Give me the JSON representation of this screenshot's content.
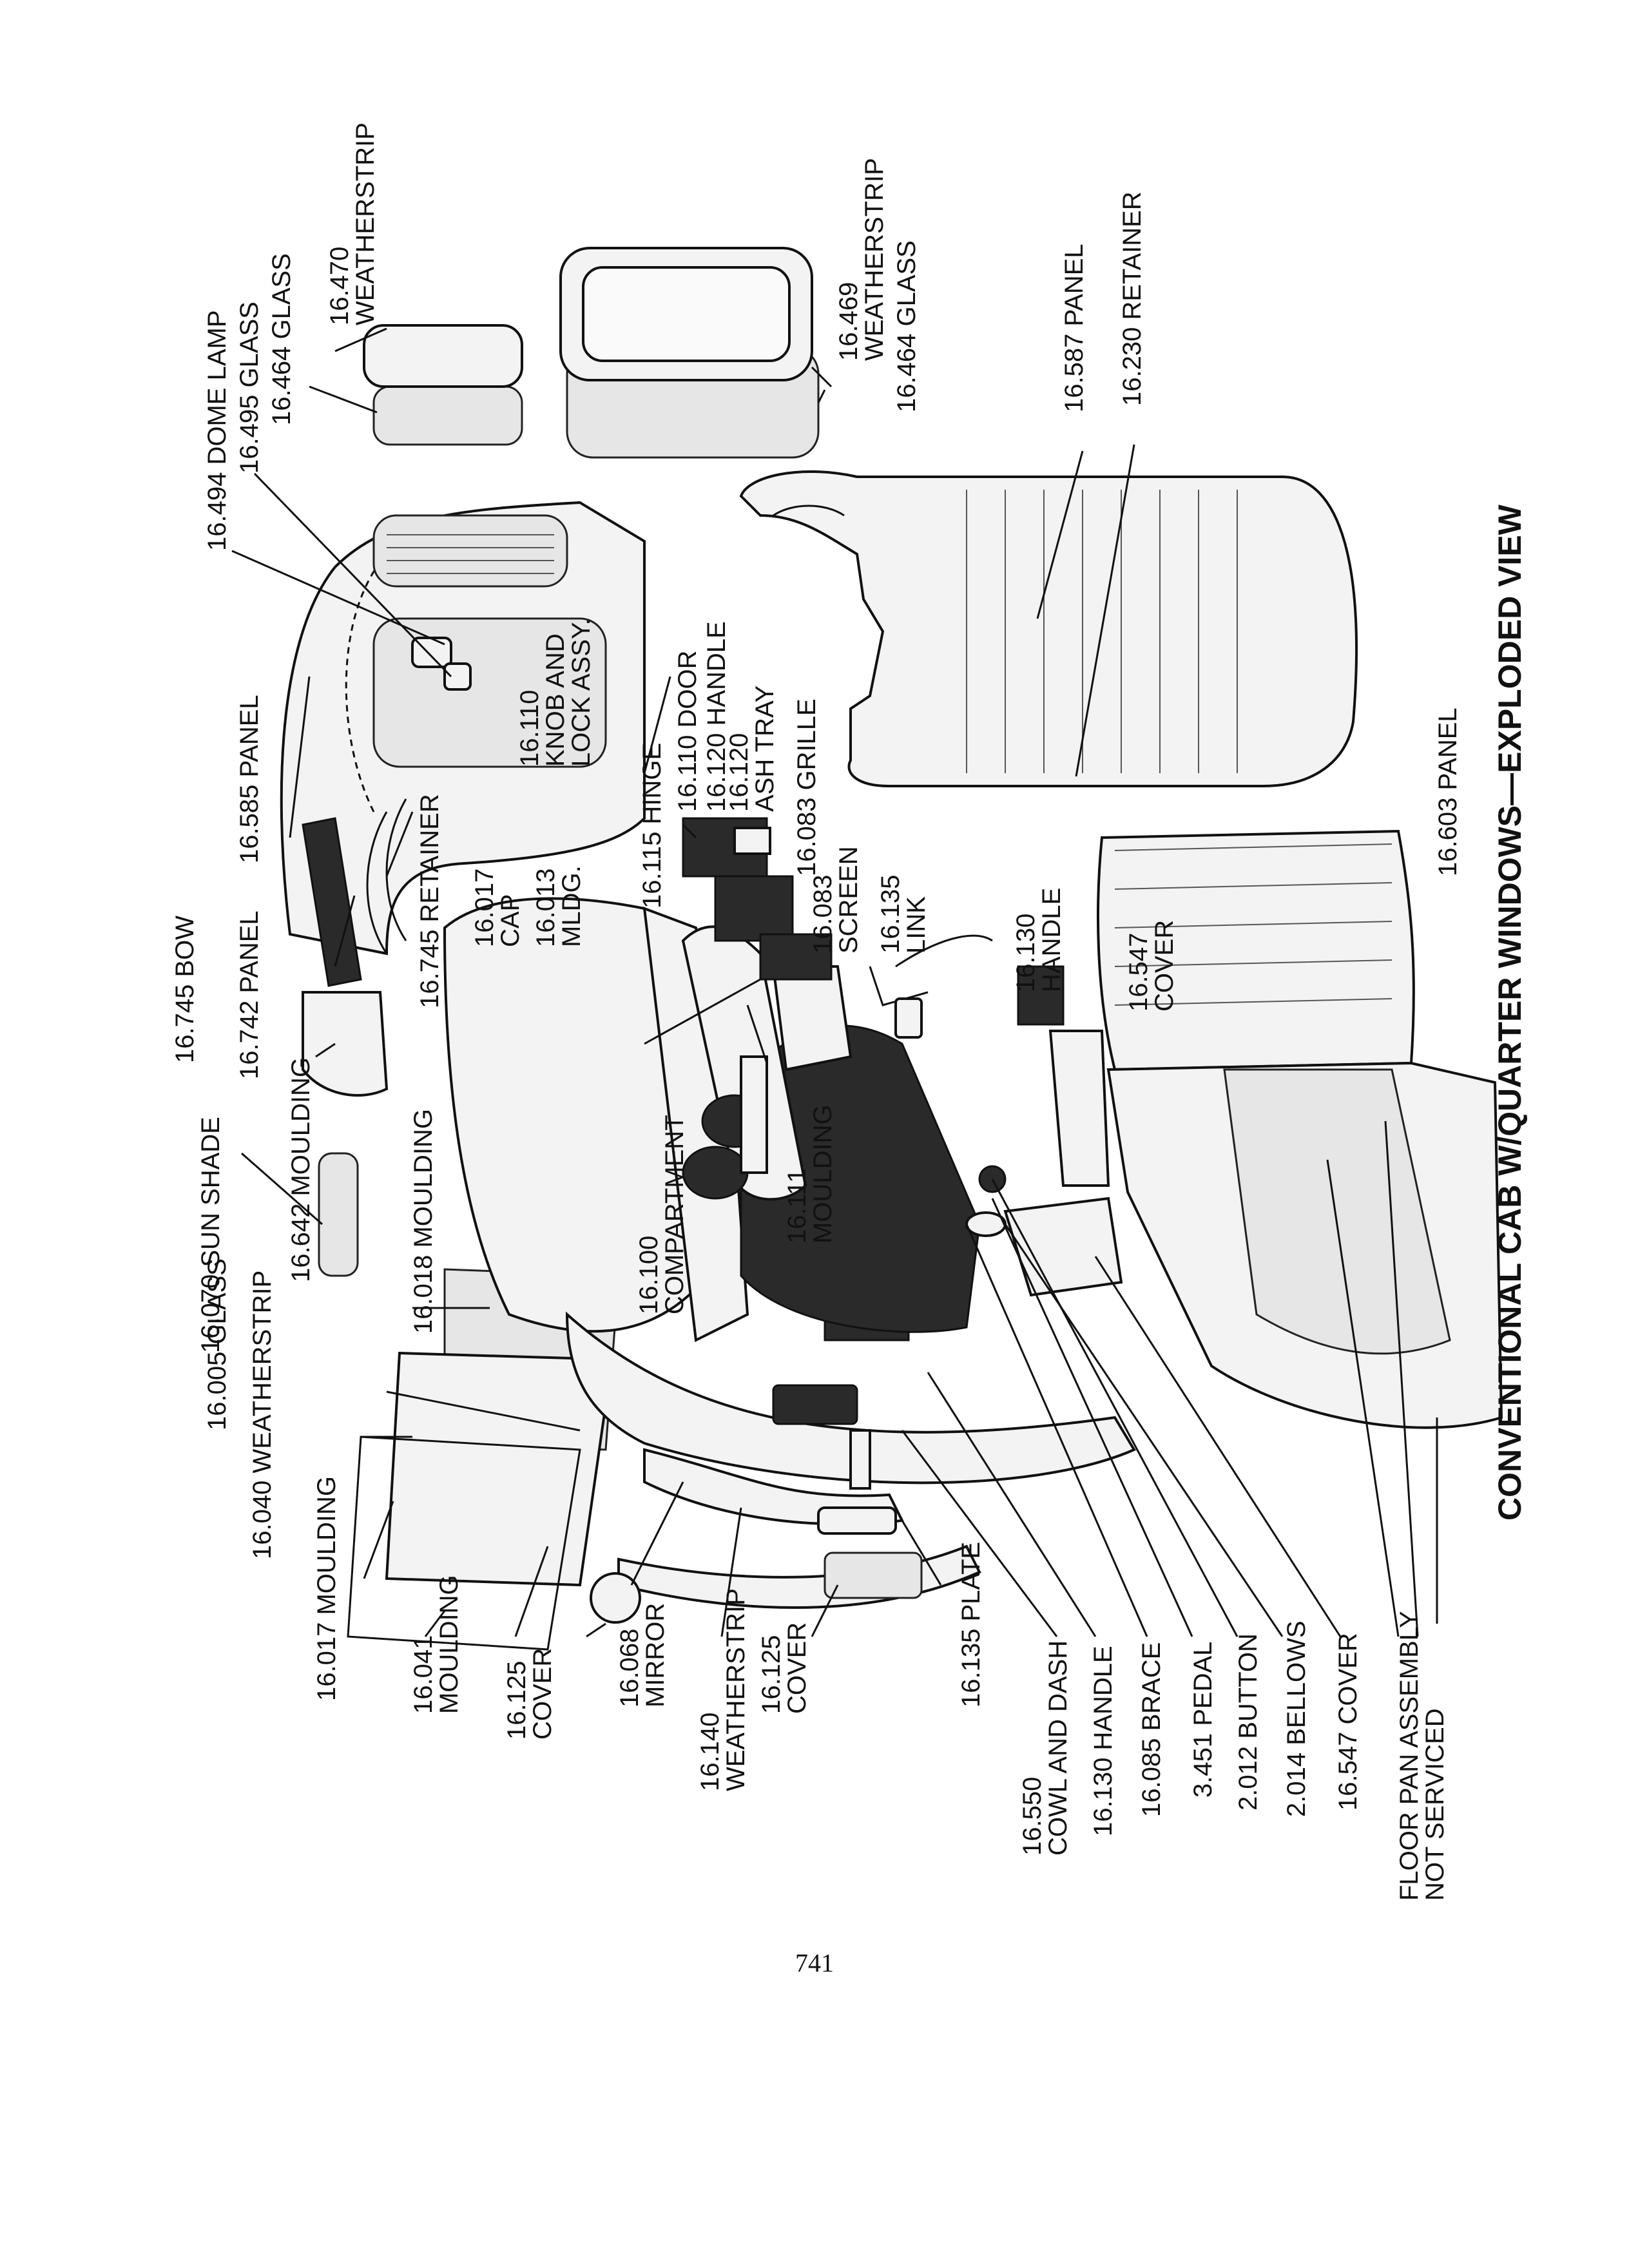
{
  "title": "CONVENTIONAL CAB W/QUARTER WINDOWS—EXPLODED VIEW",
  "page_number": "741",
  "callouts": {
    "c16470": [
      "16.470",
      "WEATHERSTRIP"
    ],
    "c16494": [
      "16.494 DOME LAMP"
    ],
    "c16495": [
      "16.495 GLASS"
    ],
    "c16464a": [
      "16.464 GLASS"
    ],
    "c16469": [
      "16.469",
      "WEATHERSTRIP"
    ],
    "c16464b": [
      "16.464 GLASS"
    ],
    "c16587": [
      "16.587 PANEL"
    ],
    "c16230": [
      "16.230 RETAINER"
    ],
    "c16745bow": [
      "16.745 BOW"
    ],
    "c16585": [
      "16.585 PANEL"
    ],
    "c16742": [
      "16.742 PANEL"
    ],
    "c16745ret": [
      "16.745 RETAINER"
    ],
    "c16642": [
      "16.642 MOULDING"
    ],
    "c16070": [
      "16.070 SUN SHADE"
    ],
    "c16018": [
      "16.018 MOULDING"
    ],
    "c16017cap": [
      "16.017",
      "CAP"
    ],
    "c16013": [
      "16.013",
      "MLDG."
    ],
    "c16110knob": [
      "16.110",
      "KNOB AND",
      "LOCK ASSY."
    ],
    "c16115": [
      "16.115 HINGE"
    ],
    "c16110door": [
      "16.110 DOOR"
    ],
    "c16120handle": [
      "16.120 HANDLE"
    ],
    "c16120ash": [
      "16.120",
      "ASH TRAY"
    ],
    "c16083grille": [
      "16.083 GRILLE"
    ],
    "c16083screen": [
      "16.083",
      "SCREEN"
    ],
    "c16135link": [
      "16.135",
      "LINK"
    ],
    "c16130handle": [
      "16.130",
      "HANDLE"
    ],
    "c16547cov": [
      "16.547",
      "COVER"
    ],
    "c16603": [
      "16.603 PANEL"
    ],
    "c16005": [
      "16.005 GLASS"
    ],
    "c16040": [
      "16.040 WEATHERSTRIP"
    ],
    "c16017mould": [
      "16.017 MOULDING"
    ],
    "c16041": [
      "16.041",
      "MOULDING"
    ],
    "c16125a": [
      "16.125",
      "COVER"
    ],
    "c16068": [
      "16.068",
      "MIRROR"
    ],
    "c16140": [
      "16.140",
      "WEATHERSTRIP"
    ],
    "c16125b": [
      "16.125",
      "COVER"
    ],
    "c16135plate": [
      "16.135 PLATE"
    ],
    "c16100": [
      "16.100",
      "COMPARTMENT"
    ],
    "c16111": [
      "16.111",
      "MOULDING"
    ],
    "c16550": [
      "16.550",
      "COWL AND DASH"
    ],
    "c16130b": [
      "16.130 HANDLE"
    ],
    "c16085": [
      "16.085 BRACE"
    ],
    "c3451": [
      "3.451 PEDAL"
    ],
    "c2012": [
      "2.012 BUTTON"
    ],
    "c2014": [
      "2.014 BELLOWS"
    ],
    "c16547b": [
      "16.547 COVER"
    ],
    "cfloor": [
      "FLOOR PAN ASSEMBLY",
      "NOT SERVICED"
    ]
  }
}
